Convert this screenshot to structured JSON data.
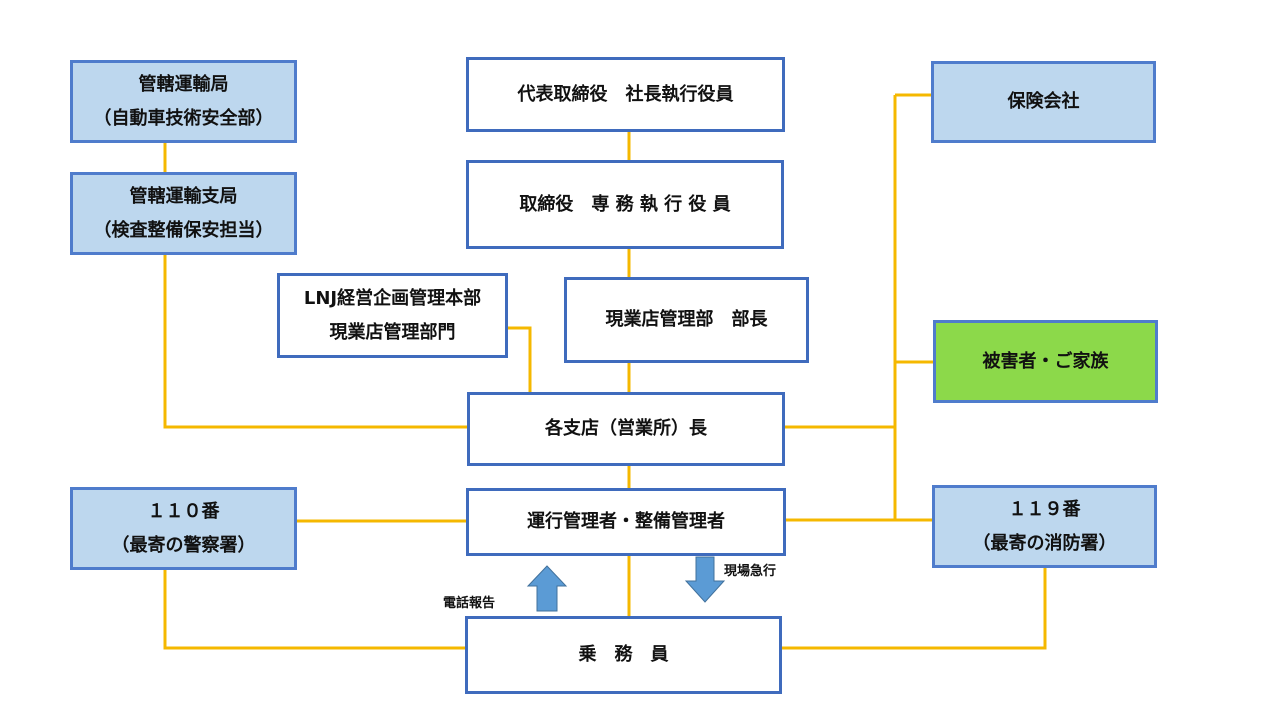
{
  "boxes": {
    "ceo": {
      "line1": "代表取締役　社長執行役員"
    },
    "director": {
      "line1": "取締役　専 務 執 行 役 員"
    },
    "site_manager": {
      "line1": "現業店管理部　部長"
    },
    "lnj": {
      "line1": "LNJ経営企画管理本部",
      "line2": "現業店管理部門"
    },
    "branch": {
      "line1": "各支店（営業所）長"
    },
    "operation": {
      "line1": "運行管理者・整備管理者"
    },
    "crew": {
      "line1": "乗　務　員"
    },
    "transport_bureau": {
      "line1": "管轄運輸局",
      "line2": "（自動車技術安全部）"
    },
    "transport_branch": {
      "line1": "管轄運輸支局",
      "line2": "（検査整備保安担当）"
    },
    "police": {
      "line1": "１１０番",
      "line2": "（最寄の警察署）"
    },
    "insurance": {
      "line1": "保険会社"
    },
    "victims": {
      "line1": "被害者・ご家族"
    },
    "fire": {
      "line1": "１１９番",
      "line2": "（最寄の消防署）"
    }
  },
  "arrows": {
    "phone_report": "電話報告",
    "rush_to_scene": "現場急行"
  },
  "colors": {
    "connector": "#f5b800",
    "border": "#4472c4",
    "light_blue": "#bdd7ee",
    "green": "#8cd94a",
    "arrow_fill": "#5b9bd5"
  }
}
